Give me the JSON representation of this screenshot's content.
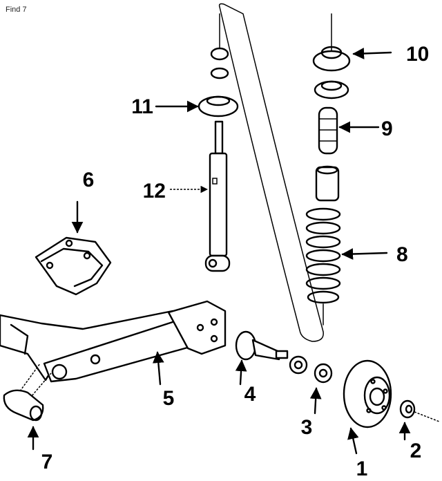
{
  "header": {
    "title": "Find 7"
  },
  "callouts": [
    {
      "id": "1",
      "text": "1"
    },
    {
      "id": "2",
      "text": "2"
    },
    {
      "id": "3",
      "text": "3"
    },
    {
      "id": "4",
      "text": "4"
    },
    {
      "id": "5",
      "text": "5"
    },
    {
      "id": "6",
      "text": "6"
    },
    {
      "id": "7",
      "text": "7"
    },
    {
      "id": "8",
      "text": "8"
    },
    {
      "id": "9",
      "text": "9"
    },
    {
      "id": "10",
      "text": "10"
    },
    {
      "id": "11",
      "text": "11"
    },
    {
      "id": "12",
      "text": "12"
    }
  ]
}
